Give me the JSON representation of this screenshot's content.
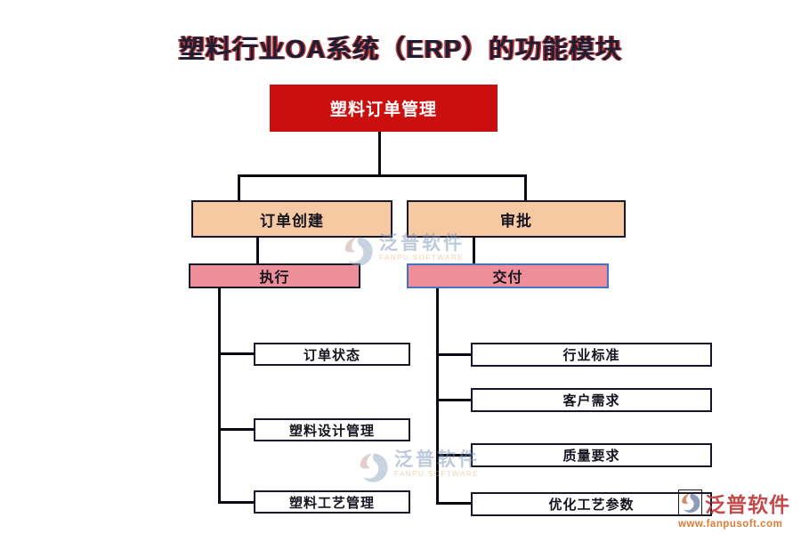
{
  "title": "塑料行业OA系统（ERP）的功能模块",
  "diagram": {
    "root": "塑料订单管理",
    "level2": [
      "订单创建",
      "审批"
    ],
    "level3": [
      "执行",
      "交付"
    ],
    "execution_children": [
      "订单状态",
      "塑料设计管理",
      "塑料工艺管理"
    ],
    "delivery_children": [
      "行业标准",
      "客户需求",
      "质量要求",
      "优化工艺参数"
    ]
  },
  "colors": {
    "root_fill": "#cb0f0f",
    "root_text": "#ffffff",
    "level2_fill": "#f7c9a2",
    "level3_fill": "#ee8e99",
    "default_border": "#17172b",
    "delivery_border": "#4472c4",
    "connector_line": "#0a0a14",
    "title_text": "#1d1d33",
    "title_outline": "#c43a3a",
    "watermark_url_text": "#df7b35",
    "watermark_brand_text": "#c34a4a"
  },
  "watermark": {
    "brand_cn": "泛普软件",
    "brand_en": "FANPU SOFTWARE",
    "url": "www.fanpusoft.com"
  }
}
